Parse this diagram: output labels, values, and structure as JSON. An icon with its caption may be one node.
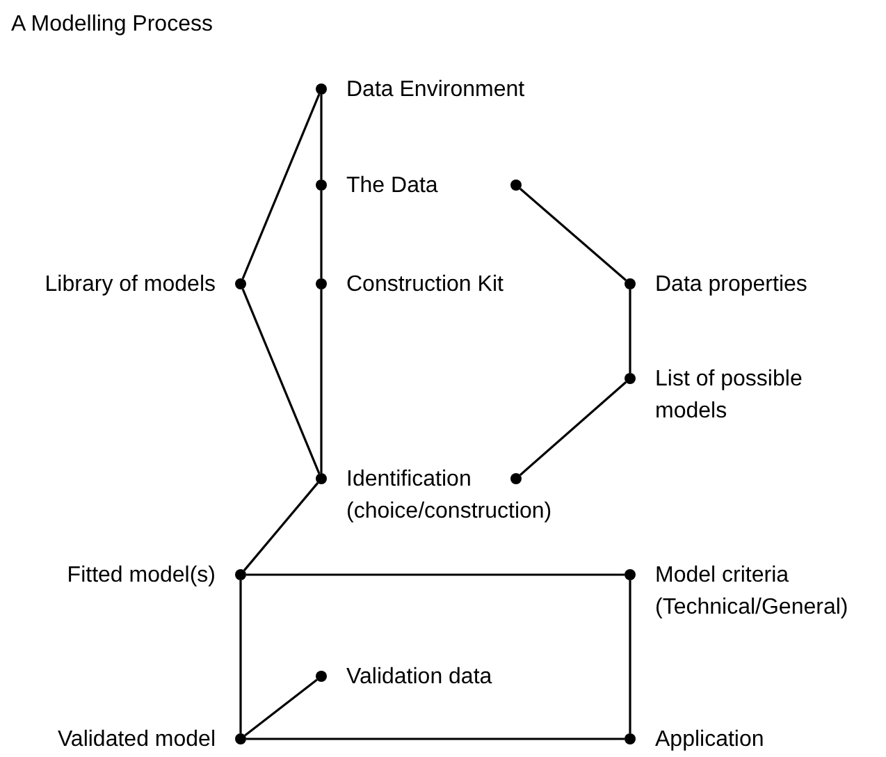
{
  "diagram": {
    "title": "A Modelling Process",
    "nodes": [
      {
        "text": [
          "Data Environment"
        ]
      },
      {
        "text": [
          "The Data"
        ]
      },
      {
        "text": [
          "Construction Kit"
        ]
      },
      {
        "text": [
          "Identification (choice/construction)"
        ]
      },
      {
        "text": [
          "Library of models"
        ]
      },
      {
        "text": [],
        "shape": "circle"
      },
      {
        "text": [
          "Data properties"
        ]
      },
      {
        "text": [
          "List of possible models"
        ]
      },
      {
        "text": [],
        "shape": "circle"
      },
      {
        "text": [
          "Fitted model(s)"
        ]
      },
      {
        "text": [
          "Model criteria (Technical/General)"
        ]
      },
      {
        "text": [
          "Validation data"
        ]
      },
      {
        "text": [
          "Validated model"
        ]
      },
      {
        "text": [
          "Application"
        ]
      }
    ],
    "edges": [
      {
        "from": 0,
        "to": 1,
        "arrow": "none"
      },
      {
        "from": 1,
        "to": 2,
        "arrow": "none"
      },
      {
        "from": 2,
        "to": 3,
        "arrow": "none"
      },
      {
        "from": 4,
        "to": 0,
        "arrow": "none"
      },
      {
        "from": 4,
        "to": 3,
        "arrow": "none"
      },
      {
        "from": 5,
        "to": 6,
        "arrow": "none"
      },
      {
        "from": 6,
        "to": 7,
        "arrow": "none"
      },
      {
        "from": 7,
        "to": 8,
        "arrow": "none"
      },
      {
        "from": 3,
        "to": 9,
        "arrow": "none"
      },
      {
        "from": 9,
        "to": 10,
        "arrow": "none"
      },
      {
        "from": 9,
        "to": 12,
        "arrow": "none"
      },
      {
        "from": 10,
        "to": 13,
        "arrow": "none"
      },
      {
        "from": 12,
        "to": 13,
        "arrow": "none"
      },
      {
        "from": 12,
        "to": 11,
        "arrow": "none"
      }
    ]
  }
}
